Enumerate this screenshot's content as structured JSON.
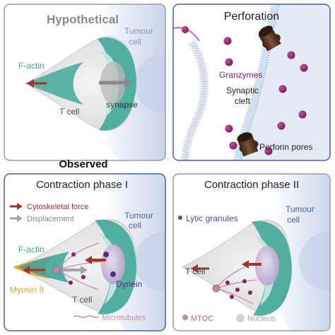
{
  "panels": {
    "hypothetical": {
      "title": "Hypothetical",
      "labels": {
        "f_actin": "F-actin",
        "tumour": "Tumour",
        "cell": "cell",
        "t_cell": "T cell",
        "synapse": "synapse"
      }
    },
    "perforation": {
      "title": "Perforation",
      "labels": {
        "granzymes": "Granzymes",
        "synaptic": "Synaptic",
        "cleft": "cleft",
        "perforin_pores": "Perforin pores"
      }
    },
    "observed_heading": "Observed",
    "contraction_1": {
      "title": "Contraction phase I",
      "legend": {
        "cytoskeletal_force": "Cytoskeletal force",
        "displacement": "Displacement"
      },
      "labels": {
        "tumour": "Tumour",
        "cell": "cell",
        "f_actin": "F-actin",
        "myosin": "Myosin II",
        "dynein": "Dynein",
        "t_cell": "T cell",
        "microtubules": "Microtubules"
      }
    },
    "contraction_2": {
      "title": "Contraction phase II",
      "labels": {
        "lytic_granules": "Lytic granules",
        "tumour": "Tumour",
        "cell": "cell",
        "t_cell": "T cell",
        "mtoc": "MTOC",
        "nucleus": "Nucleus"
      }
    }
  },
  "colors": {
    "frame_blue": "#4a5fa8",
    "frame_grey": "#9a9a9a",
    "tumour_text": "#7f95c8",
    "f_actin_green": "#3aa597",
    "myosin_orange": "#e7a23a",
    "granzyme_purple": "#8a1f6b",
    "force_red": "#a0342c",
    "perforin_brown": "#5a3a26",
    "dynein_purple": "#5a2b8a",
    "microtubule_pink": "#c28aa8"
  }
}
